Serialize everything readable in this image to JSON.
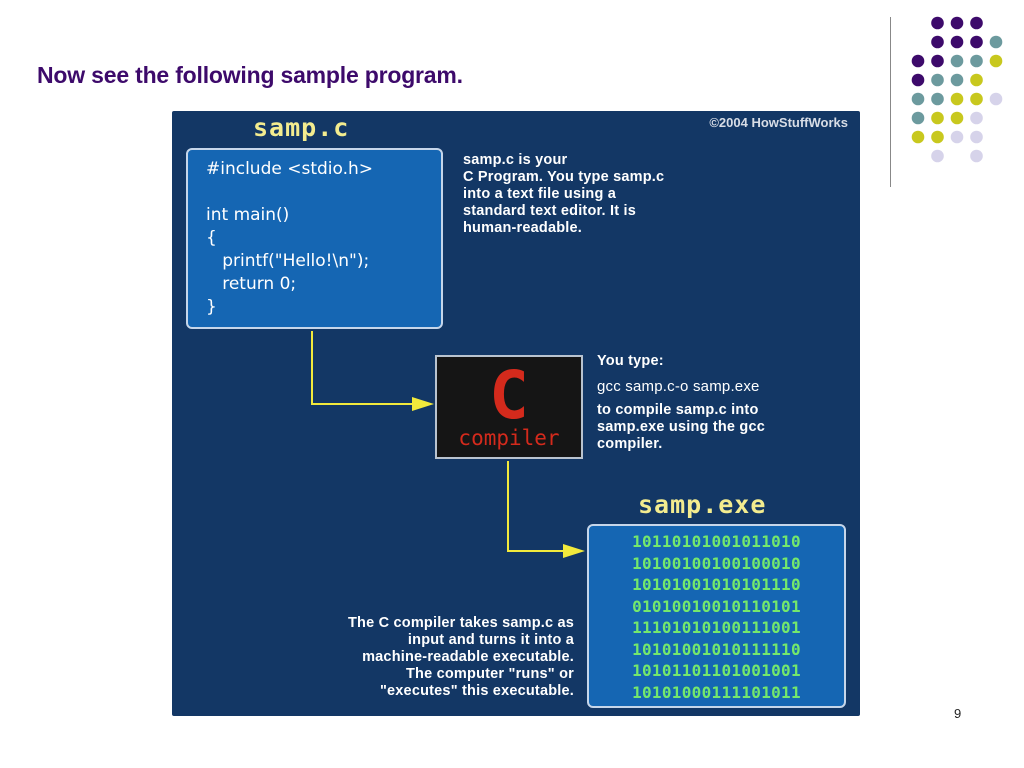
{
  "slide": {
    "title": "Now see the following sample program.",
    "page_number": "9"
  },
  "diagram": {
    "source_title": "samp.c",
    "copyright": "©2004 HowStuffWorks",
    "code_lines": [
      "#include <stdio.h>",
      "",
      "int main()",
      "{",
      "   printf(\"Hello!\\n\");",
      "   return 0;",
      "}"
    ],
    "source_description": [
      "samp.c is your",
      "C Program. You type samp.c",
      "into a text file using a",
      "standard text editor. It is",
      "human-readable."
    ],
    "compiler": {
      "letter": "C",
      "word": "compiler"
    },
    "compile_heading": "You type:",
    "compile_command": "gcc samp.c-o samp.exe",
    "compile_description": [
      "to compile samp.c into",
      "samp.exe using the gcc",
      "compiler."
    ],
    "exe_title": "samp.exe",
    "binary_lines": [
      "10110101001011010",
      "10100100100100010",
      "10101001010101110",
      "01010010010110101",
      "11101010100111001",
      "10101001010111110",
      "10101101101001001",
      "10101000111101011"
    ],
    "summary": [
      "The C compiler takes samp.c as",
      "input and turns it into a",
      "machine-readable executable.",
      "The computer \"runs\" or",
      "\"executes\" this executable."
    ],
    "colors": {
      "panel": "#133765",
      "box": "#1566b3",
      "arrow": "#f2ea3c",
      "title": "#f3ec8f",
      "binary": "#74e86c",
      "compiler_red": "#d42a1c"
    }
  },
  "decor": {
    "dot_colors": {
      "purple": "#3d0a6b",
      "teal": "#6c9a9e",
      "yellow": "#c8c81e",
      "lavender": "#d6d3ea"
    }
  }
}
